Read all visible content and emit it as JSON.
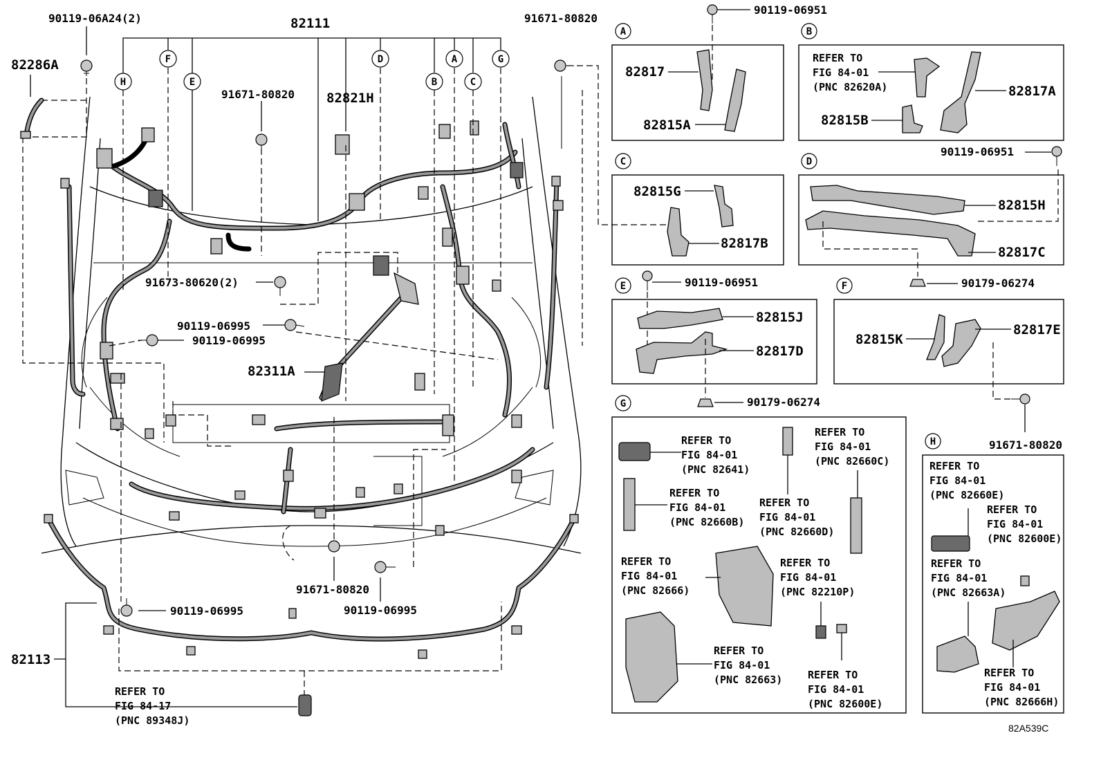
{
  "parts": {
    "p90119_06a24": "90119-06A24(2)",
    "p82286a": "82286A",
    "p82111": "82111",
    "p91671_80820_top": "91671-80820",
    "p91671_80820_mid": "91671-80820",
    "p82821h": "82821H",
    "p91673_80620": "91673-80620(2)",
    "p90119_06995_a": "90119-06995",
    "p90119_06995_b": "90119-06995",
    "p82311a": "82311A",
    "p91671_80820_bottom": "91671-80820",
    "p90119_06995_c": "90119-06995",
    "p90119_06995_d": "90119-06995",
    "p82113": "82113"
  },
  "bottom_ref": {
    "line1": "REFER TO",
    "line2": "FIG 84-17",
    "line3": "(PNC 89348J)"
  },
  "callouts": [
    "F",
    "E",
    "H",
    "D",
    "B",
    "A",
    "C",
    "G"
  ],
  "panels": {
    "A": {
      "letter": "A",
      "top_bolt": "90119-06951",
      "labels": [
        "82817",
        "82815A"
      ]
    },
    "B": {
      "letter": "B",
      "ref": [
        "REFER TO",
        "FIG 84-01",
        "(PNC 82620A)"
      ],
      "labels": [
        "82817A",
        "82815B"
      ],
      "bolt": "90119-06951"
    },
    "C": {
      "letter": "C",
      "labels": [
        "82815G",
        "82817B"
      ]
    },
    "D": {
      "letter": "D",
      "labels": [
        "82815H",
        "82817C"
      ],
      "clip": "90179-06274"
    },
    "E": {
      "letter": "E",
      "bolt": "90119-06951",
      "labels": [
        "82815J",
        "82817D"
      ],
      "clip": "90179-06274"
    },
    "F": {
      "letter": "F",
      "labels": [
        "82815K",
        "82817E"
      ],
      "bolt": "91671-80820"
    },
    "G": {
      "letter": "G",
      "refs": [
        [
          "REFER TO",
          "FIG 84-01",
          "(PNC 82641)"
        ],
        [
          "REFER TO",
          "FIG 84-01",
          "(PNC 82660C)"
        ],
        [
          "REFER TO",
          "FIG 84-01",
          "(PNC 82660B)"
        ],
        [
          "REFER TO",
          "FIG 84-01",
          "(PNC 82660D)"
        ],
        [
          "REFER TO",
          "FIG 84-01",
          "(PNC 82666)"
        ],
        [
          "REFER TO",
          "FIG 84-01",
          "(PNC 82210P)"
        ],
        [
          "REFER TO",
          "FIG 84-01",
          "(PNC 82663)"
        ],
        [
          "REFER TO",
          "FIG 84-01",
          "(PNC 82600E)"
        ]
      ]
    },
    "H": {
      "letter": "H",
      "refs": [
        [
          "REFER TO",
          "FIG 84-01",
          "(PNC 82660E)"
        ],
        [
          "REFER TO",
          "FIG 84-01",
          "(PNC 82600E)"
        ],
        [
          "REFER TO",
          "FIG 84-01",
          "(PNC 82663A)"
        ],
        [
          "REFER TO",
          "FIG 84-01",
          "(PNC 82666H)"
        ]
      ]
    }
  },
  "figure_code": "82A539C"
}
